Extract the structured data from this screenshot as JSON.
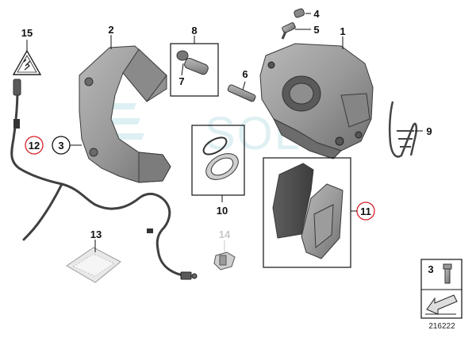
{
  "diagram": {
    "reference_number": "216222",
    "watermark": "SOL",
    "callouts": {
      "c1": "1",
      "c2": "2",
      "c3": "3",
      "c4": "4",
      "c5": "5",
      "c6": "6",
      "c7": "7",
      "c8": "8",
      "c9": "9",
      "c10": "10",
      "c11": "11",
      "c12": "12",
      "c13": "13",
      "c14": "14",
      "c15": "15",
      "legend": "3"
    },
    "highlight_color": "#d42027",
    "callout_14_color": "#c8c8c8"
  }
}
